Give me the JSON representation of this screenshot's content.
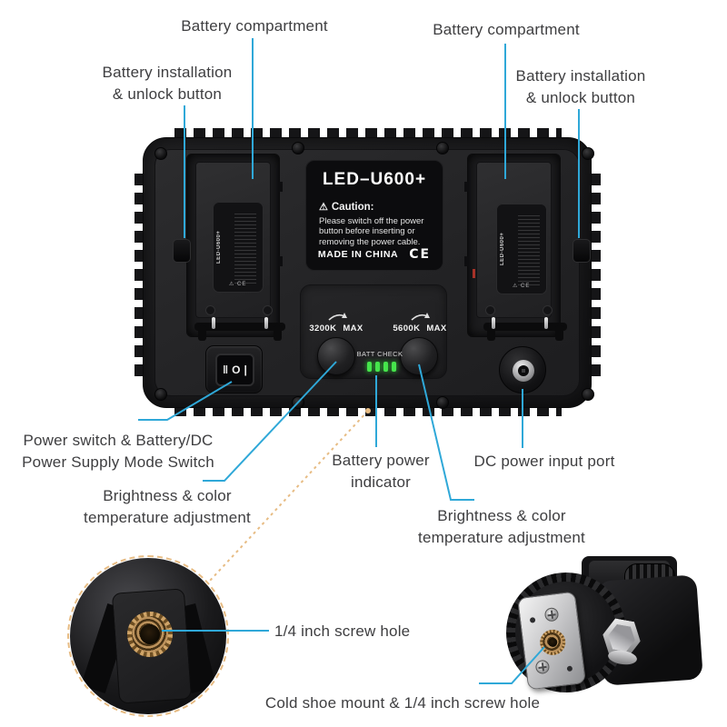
{
  "colors": {
    "callout_blue": "#2fa8d8",
    "detail_dashed_tan": "#e7bc84",
    "led_green": "#46e44c",
    "brass": "#c09a5e"
  },
  "callouts": {
    "battery_compartment_left": "Battery compartment",
    "battery_compartment_right": "Battery compartment",
    "battery_install_left": [
      "Battery installation",
      "& unlock button"
    ],
    "battery_install_right": [
      "Battery installation",
      "& unlock button"
    ],
    "power_switch": [
      "Power switch & Battery/DC",
      "Power Supply Mode Switch"
    ],
    "brightness_left": [
      "Brightness & color",
      "temperature adjustment"
    ],
    "battery_power": [
      "Battery power",
      "indicator"
    ],
    "dc_power": "DC power input port",
    "brightness_right": [
      "Brightness & color",
      "temperature adjustment"
    ],
    "screw_hole": "1/4 inch screw hole",
    "cold_shoe": "Cold shoe mount & 1/4 inch screw hole"
  },
  "device": {
    "model": "LED–U600+",
    "caution_icon": "⚠",
    "caution_title": "Caution:",
    "caution_lines": [
      "Please switch off the power",
      "button before inserting or",
      "removing the power cable."
    ],
    "made_in": "MADE IN CHINA",
    "ce_mark": "CE",
    "left_knob": {
      "temp": "3200K",
      "max": "MAX"
    },
    "right_knob": {
      "temp": "5600K",
      "max": "MAX"
    },
    "batt_check": "BATT CHECK",
    "switch_glyph_left": "‖",
    "switch_glyph_mid": "O",
    "switch_glyph_right": "|",
    "battery_label_model": "LED-U600+",
    "battery_label_icons": "⚠ CE"
  }
}
